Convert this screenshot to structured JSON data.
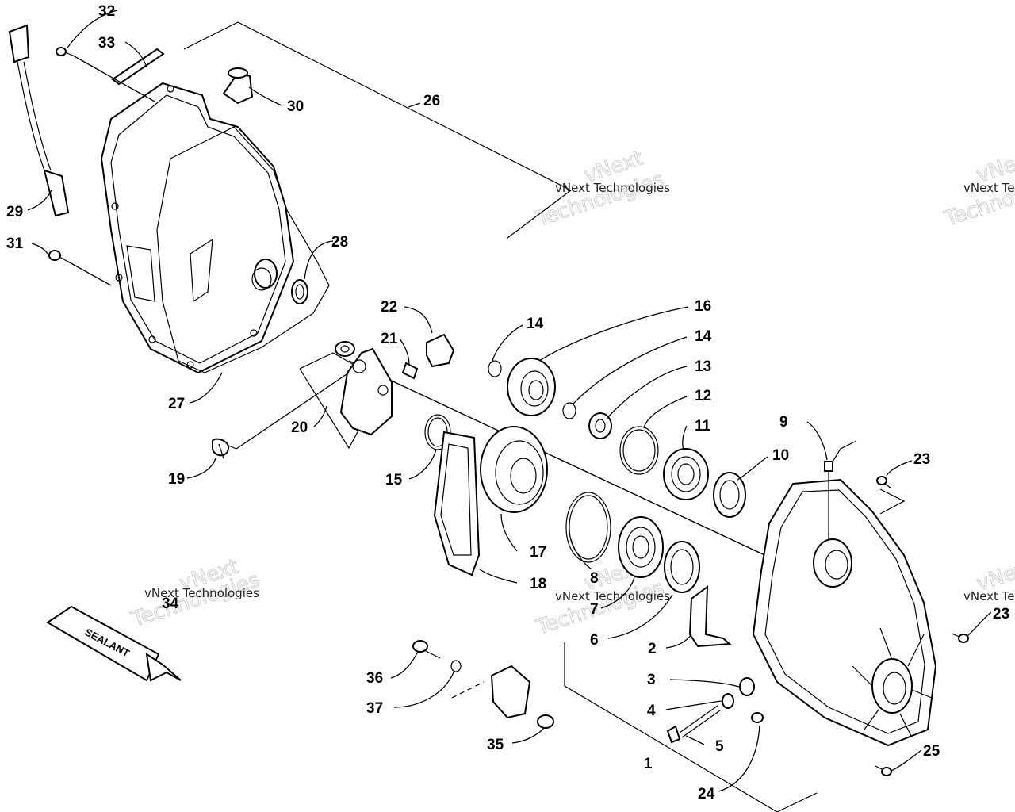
{
  "callouts": {
    "c1": "1",
    "c2": "2",
    "c3": "3",
    "c4": "4",
    "c5": "5",
    "c6": "6",
    "c7": "7",
    "c8": "8",
    "c9": "9",
    "c10": "10",
    "c11": "11",
    "c12": "12",
    "c13": "13",
    "c14a": "14",
    "c14b": "14",
    "c15": "15",
    "c16": "16",
    "c17": "17",
    "c18": "18",
    "c19": "19",
    "c20": "20",
    "c21": "21",
    "c22": "22",
    "c23a": "23",
    "c23b": "23",
    "c24": "24",
    "c25": "25",
    "c26": "26",
    "c27": "27",
    "c28": "28",
    "c29": "29",
    "c30": "30",
    "c31": "31",
    "c32": "32",
    "c33": "33",
    "c34": "34",
    "c35": "35",
    "c36": "36",
    "c37": "37"
  },
  "sealant_label": "SEALANT",
  "watermark": {
    "brand": "vNext",
    "word": "Technologies",
    "full": "vNext Technologies"
  }
}
